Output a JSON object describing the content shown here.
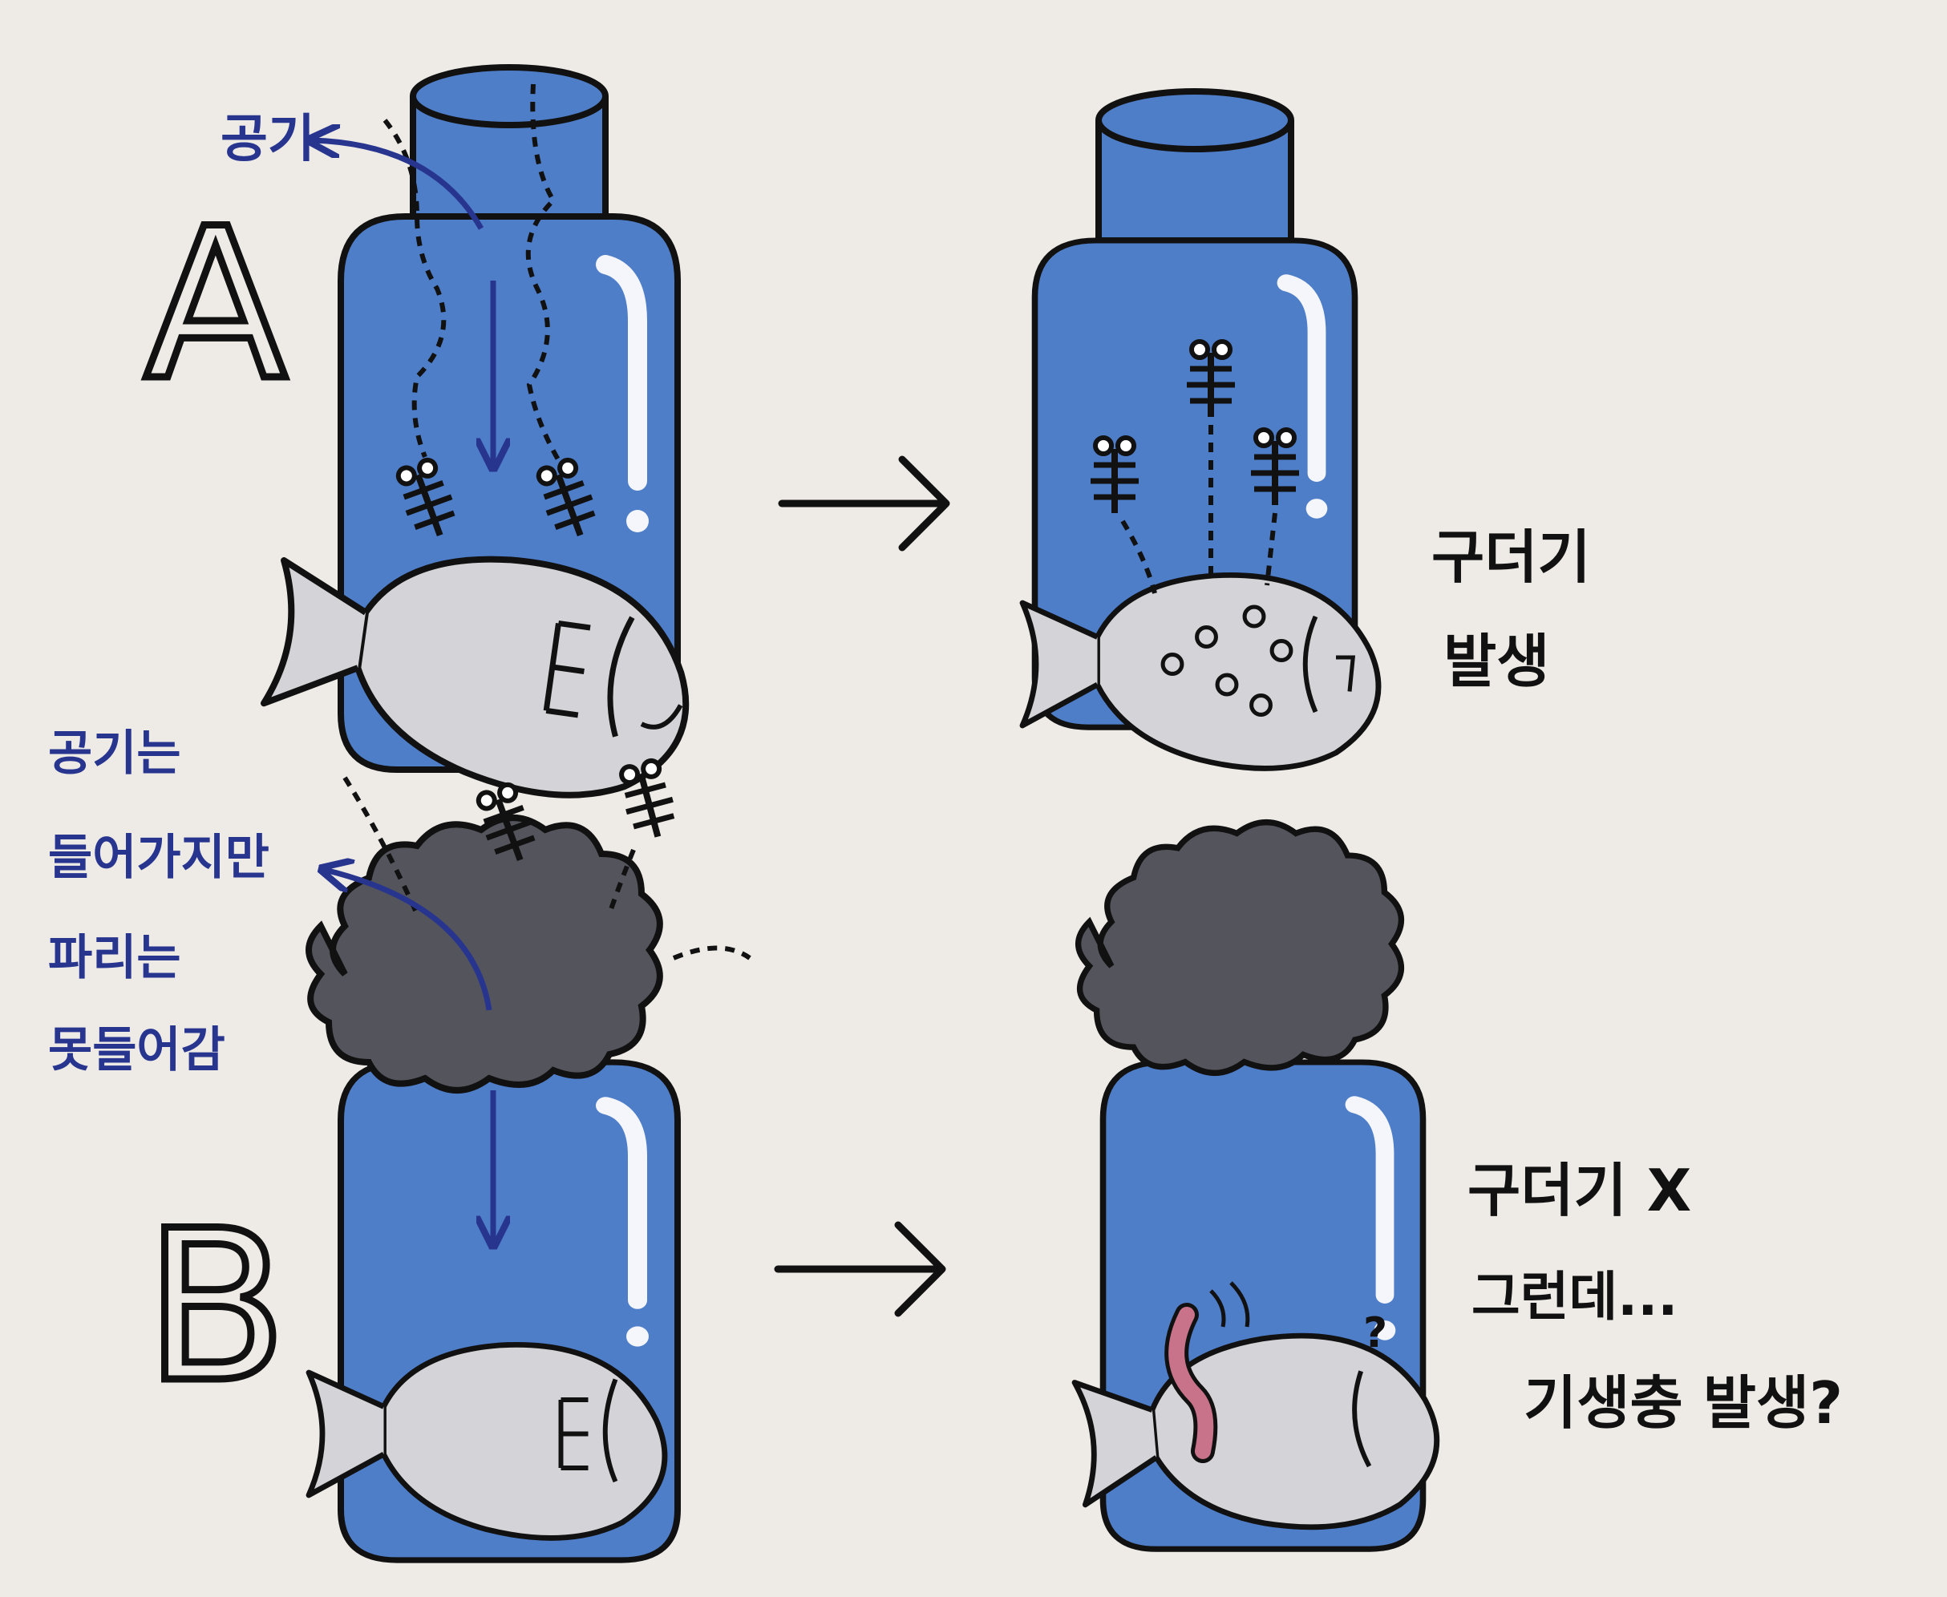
{
  "labels": {
    "experiment_a": "A",
    "experiment_b": "B",
    "air": "공기",
    "air_in_flies_out": [
      "공기는",
      "들어가지만",
      "파리는",
      "못들어감"
    ],
    "result_a": [
      "구더기",
      "발생"
    ],
    "result_b": [
      "구더기 X",
      "그런데...",
      "기생충 발생?"
    ],
    "question_mark": "?"
  },
  "icons": [
    "jar-icon",
    "fish-icon",
    "fly-icon",
    "maggot-icon",
    "gauze-cloth-icon",
    "worm-icon",
    "arrow-right-icon"
  ],
  "colors": {
    "background": "#eeebe7",
    "jar_blue": "#4f7ec9",
    "jar_highlight": "#f4f6fb",
    "gauze": "#54545c",
    "fish": "#d4d4d8",
    "annotation_blue": "#27358f",
    "ink": "#111111",
    "worm": "#c9738a"
  }
}
